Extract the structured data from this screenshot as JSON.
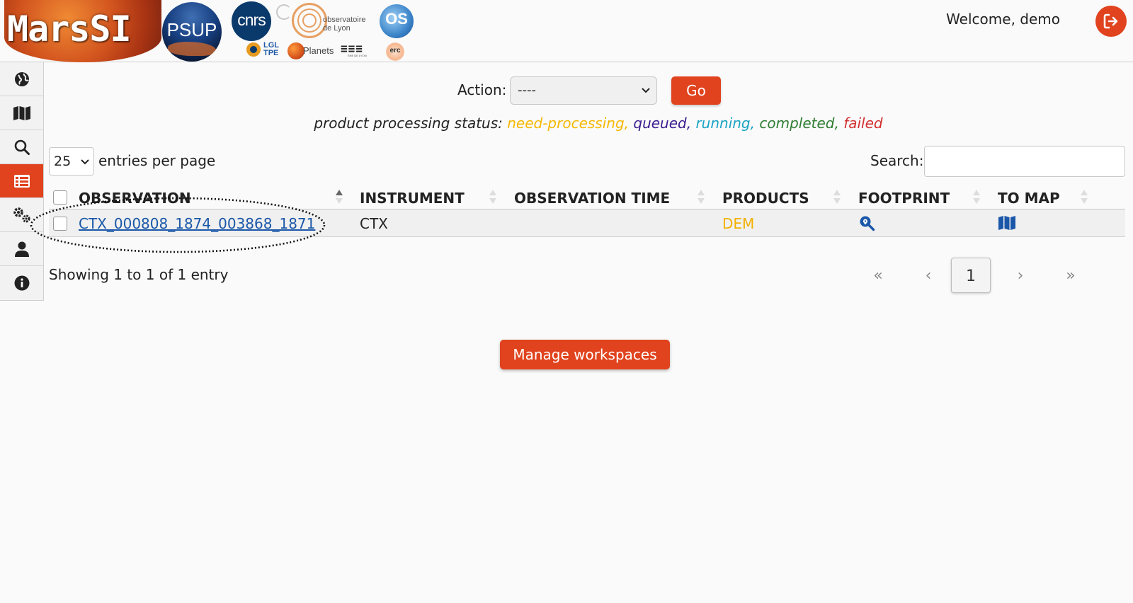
{
  "header": {
    "logos": {
      "marssi": "MarsSI",
      "psup": "PSUP",
      "cnrs": "cnrs",
      "lgl": "LGL TPE",
      "observatoire": "observatoire de Lyon",
      "planets": "Planets",
      "ens": "ENS DE LYON",
      "os": "OS",
      "erc": "erc"
    },
    "welcome": "Welcome, demo",
    "logout_icon": "sign-out-icon"
  },
  "sidebar": {
    "items": [
      {
        "icon": "globe-icon",
        "active": false
      },
      {
        "icon": "map-icon",
        "active": false
      },
      {
        "icon": "search-icon",
        "active": false
      },
      {
        "icon": "list-icon",
        "active": true
      },
      {
        "icon": "gears-icon",
        "active": false
      },
      {
        "icon": "user-icon",
        "active": false
      },
      {
        "icon": "info-icon",
        "active": false
      }
    ]
  },
  "action": {
    "label": "Action:",
    "selected": "----",
    "go_label": "Go"
  },
  "status": {
    "prefix": "product processing status:",
    "items": [
      {
        "label": "need-processing",
        "sep": ", ",
        "color": "#f5b800"
      },
      {
        "label": "queued",
        "sep": ", ",
        "color": "#3a1d8f"
      },
      {
        "label": "running",
        "sep": ", ",
        "color": "#1aa3c4"
      },
      {
        "label": "completed",
        "sep": ", ",
        "color": "#2e7d32"
      },
      {
        "label": "failed",
        "sep": "",
        "color": "#d32f2f"
      }
    ]
  },
  "table_controls": {
    "page_length": "25",
    "page_length_label": "entries per page",
    "search_label": "Search:",
    "search_value": ""
  },
  "table": {
    "columns": [
      "OBSERVATION",
      "INSTRUMENT",
      "OBSERVATION TIME",
      "PRODUCTS",
      "FOOTPRINT",
      "TO MAP"
    ],
    "rows": [
      {
        "observation": "CTX_000808_1874_003868_1871",
        "instrument": "CTX",
        "observation_time": "",
        "products": "DEM",
        "footprint_icon": "search-location-icon",
        "map_icon": "map-icon"
      }
    ]
  },
  "info": "Showing 1 to 1 of 1 entry",
  "pagination": {
    "first": "«",
    "prev": "‹",
    "current": "1",
    "next": "›",
    "last": "»"
  },
  "manage_workspaces": "Manage workspaces",
  "colors": {
    "accent": "#e0431d",
    "link": "#1a57a8",
    "dem": "#f2b000"
  }
}
